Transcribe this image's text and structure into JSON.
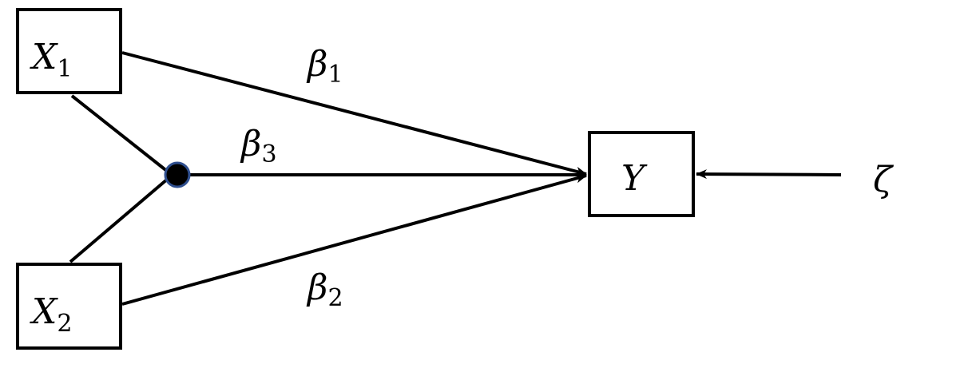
{
  "nodes": {
    "x1": {
      "name": "X",
      "sub": "1"
    },
    "x2": {
      "name": "X",
      "sub": "2"
    },
    "y": {
      "name": "Y"
    },
    "zeta": {
      "name": "ζ"
    }
  },
  "edges": {
    "b1": {
      "name": "β",
      "sub": "1"
    },
    "b2": {
      "name": "β",
      "sub": "2"
    },
    "b3": {
      "name": "β",
      "sub": "3"
    }
  },
  "colors": {
    "line": "#000000",
    "interaction_node_stroke": "#2f4f8f"
  }
}
